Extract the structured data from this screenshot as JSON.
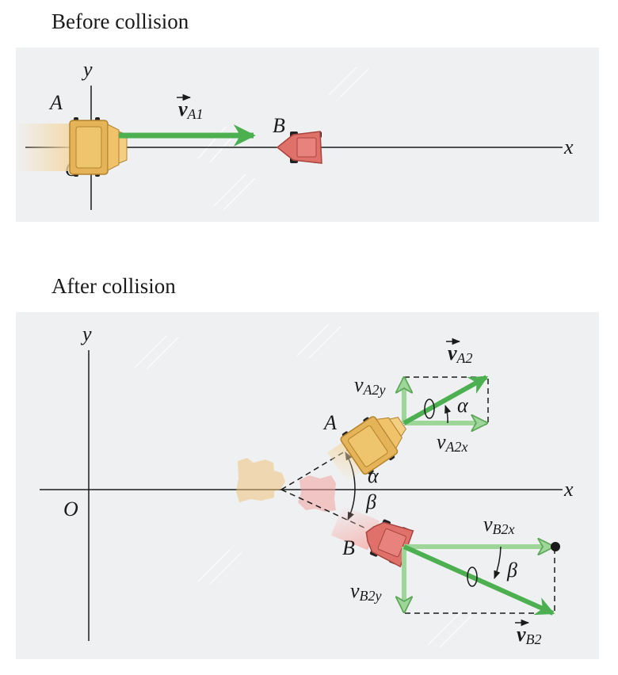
{
  "headings": {
    "before": "Before collision",
    "after": "After collision"
  },
  "colors": {
    "panel_bg": "#eff0f2",
    "axis": "#1a1a1a",
    "vector_green": "#4caf50",
    "component_green": "#9ed69a",
    "car_a": "#e6b458",
    "car_b": "#e0706a"
  },
  "before": {
    "axis_x": "x",
    "axis_y": "y",
    "origin": "O",
    "car_a": "A",
    "car_b": "B",
    "velocity": {
      "symbol": "v",
      "subscript": "A1"
    }
  },
  "after": {
    "axis_x": "x",
    "axis_y": "y",
    "origin": "O",
    "car_a": "A",
    "car_b": "B",
    "alpha": "α",
    "beta": "β",
    "vA2": {
      "symbol": "v",
      "subscript": "A2"
    },
    "vA2x": {
      "symbol": "v",
      "subscript": "A2x"
    },
    "vA2y": {
      "symbol": "v",
      "subscript": "A2y"
    },
    "vB2": {
      "symbol": "v",
      "subscript": "B2"
    },
    "vB2x": {
      "symbol": "v",
      "subscript": "B2x"
    },
    "vB2y": {
      "symbol": "v",
      "subscript": "B2y"
    }
  }
}
